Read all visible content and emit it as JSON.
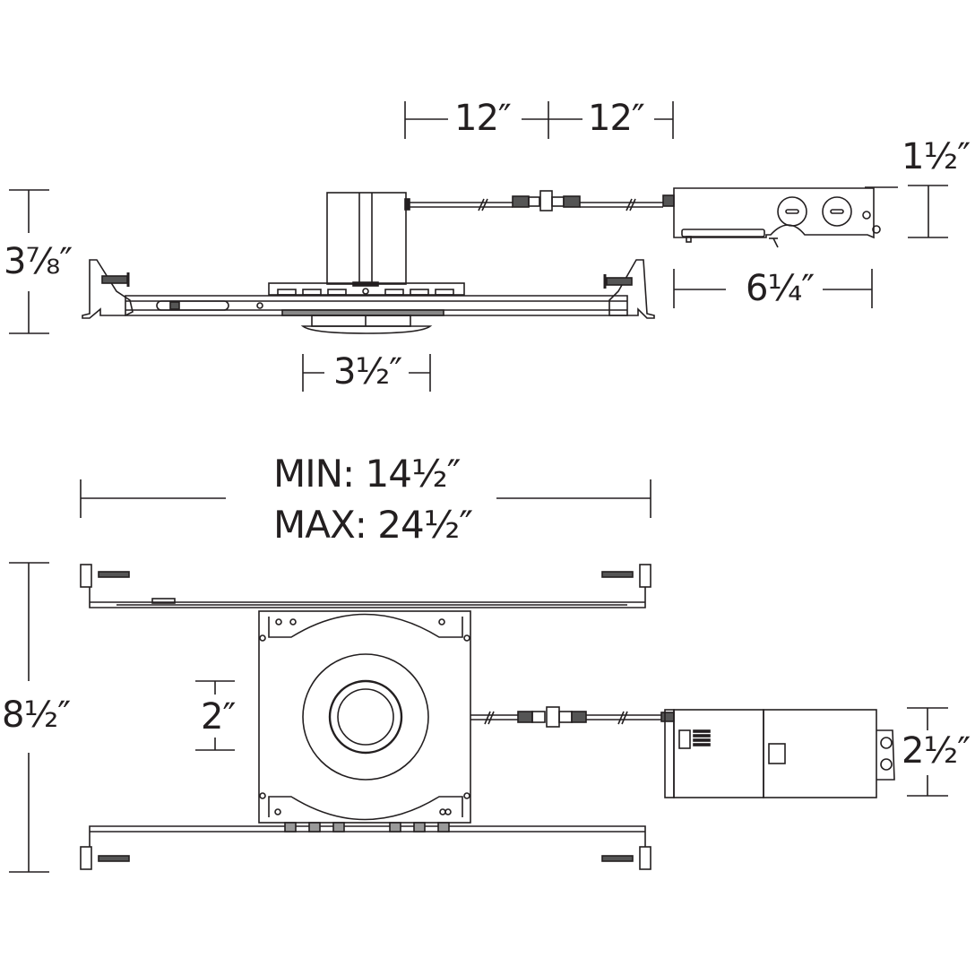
{
  "title": "Recessed downlight new-construction housing with remote driver – dimension drawing",
  "colors": {
    "line": "#231f20",
    "background": "#ffffff",
    "fill_dark": "#555555"
  },
  "side_view": {
    "cable_segment_1": "12″",
    "cable_segment_2": "12″",
    "overall_height": "3⅞″",
    "aperture_width": "3½″",
    "driver_box_height": "1½″",
    "driver_box_length": "6¼″"
  },
  "plan_view": {
    "width_min": "MIN: 14½″",
    "width_max": "MAX: 24½″",
    "overall_depth": "8½″",
    "aperture_diameter": "2″",
    "driver_width": "2½″"
  },
  "icons": {
    "connector": "quick-connect-icon",
    "cable_break": "cable-break-icon",
    "knockout": "knockout-icon",
    "nail_screw": "mounting-screw-icon"
  }
}
